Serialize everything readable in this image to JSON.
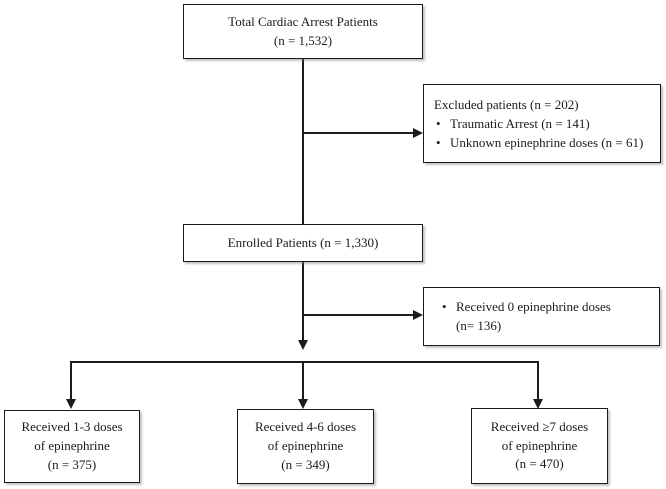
{
  "diagram": {
    "boxes": {
      "total": {
        "line1": "Total Cardiac Arrest Patients",
        "line2": "(n = 1,532)"
      },
      "excluded": {
        "title": "Excluded patients (n = 202)",
        "bullets": [
          "Traumatic Arrest (n = 141)",
          "Unknown epinephrine doses (n = 61)"
        ]
      },
      "enrolled": {
        "line1": "Enrolled Patients (n = 1,330)"
      },
      "received_zero": {
        "bullet_line": "Received 0 epinephrine doses",
        "line2": "(n= 136)"
      },
      "dose_1_3": {
        "line1": "Received 1-3 doses",
        "line2": "of epinephrine",
        "line3": "(n = 375)"
      },
      "dose_4_6": {
        "line1": "Received 4-6 doses",
        "line2": "of epinephrine",
        "line3": "(n = 349)"
      },
      "dose_7_plus": {
        "line1": "Received ≥7 doses",
        "line2": "of epinephrine",
        "line3": "(n = 470)"
      }
    },
    "glyphs": {
      "bullet": "•"
    },
    "colors": {
      "line": "#1b1b1b",
      "box_border": "#1b1b1b",
      "box_fill": "#ffffff",
      "text": "#1b1b1b",
      "background": "#ffffff"
    }
  }
}
